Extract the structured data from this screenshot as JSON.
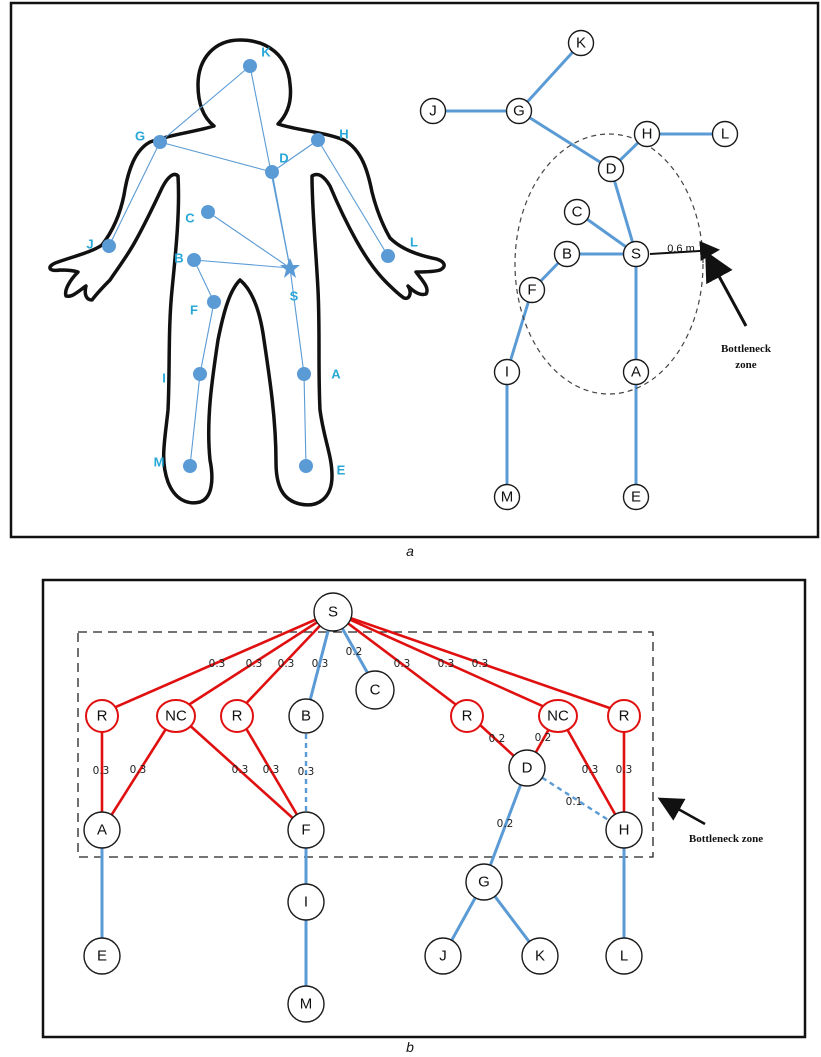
{
  "panel_a": {
    "caption": "a",
    "body_points": [
      {
        "id": "K",
        "label": "K"
      },
      {
        "id": "G",
        "label": "G"
      },
      {
        "id": "H",
        "label": "H"
      },
      {
        "id": "D",
        "label": "D"
      },
      {
        "id": "C",
        "label": "C"
      },
      {
        "id": "J",
        "label": "J"
      },
      {
        "id": "L",
        "label": "L"
      },
      {
        "id": "B",
        "label": "B"
      },
      {
        "id": "S",
        "label": "S"
      },
      {
        "id": "F",
        "label": "F"
      },
      {
        "id": "I",
        "label": "I"
      },
      {
        "id": "A",
        "label": "A"
      },
      {
        "id": "M",
        "label": "M"
      },
      {
        "id": "E",
        "label": "E"
      }
    ],
    "tree_nodes": [
      "K",
      "J",
      "G",
      "H",
      "L",
      "D",
      "C",
      "B",
      "S",
      "F",
      "I",
      "A",
      "M",
      "E"
    ],
    "distance_label": "0.6 m",
    "bottleneck_label_line1": "Bottleneck",
    "bottleneck_label_line2": "zone"
  },
  "panel_b": {
    "caption": "b",
    "nodes": [
      "S",
      "R",
      "NC",
      "R",
      "B",
      "C",
      "R",
      "NC",
      "R",
      "D",
      "A",
      "F",
      "H",
      "G",
      "I",
      "E",
      "J",
      "K",
      "L",
      "M"
    ],
    "edge_weights": {
      "s_r1": "0.3",
      "s_nc1": "0.3",
      "s_r2": "0.3",
      "s_b": "0.3",
      "s_c": "0.2",
      "s_r3": "0.3",
      "s_nc2": "0.3",
      "s_r4": "0.3",
      "r1_a": "0.3",
      "nc1_a": "0.3",
      "nc1_f": "0.3",
      "r2_f": "0.3",
      "b_f": "0.3",
      "r3_d": "0.2",
      "nc2_d": "0.2",
      "nc2_h": "0.3",
      "r4_h": "0.3",
      "d_h": "0.1",
      "d_g": "0.2"
    },
    "bottleneck_label": "Bottleneck zone"
  },
  "colors": {
    "blue": "#5b9bd5",
    "red": "#e01010",
    "label_blue": "#29a8d8"
  }
}
